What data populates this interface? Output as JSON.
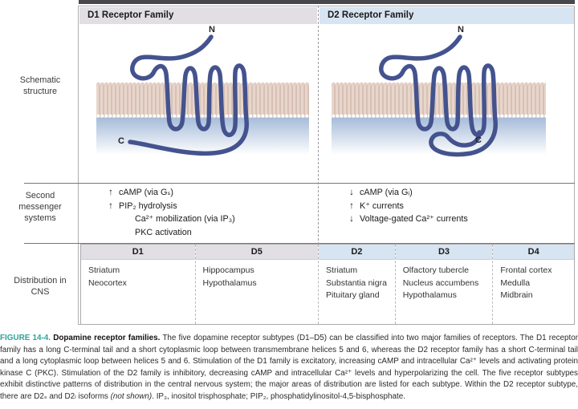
{
  "figure": {
    "d1_family_header": "D1 Receptor Family",
    "d2_family_header": "D2 Receptor Family"
  },
  "row_labels": {
    "schematic": "Schematic structure",
    "messenger": "Second messenger systems",
    "distribution": "Distribution in CNS"
  },
  "schematic": {
    "d1": {
      "n_terminus": "N",
      "c_terminus": "C"
    },
    "d2": {
      "n_terminus": "N",
      "c_terminus": "C"
    }
  },
  "second_messengers": {
    "d1": [
      {
        "arrow": "↑",
        "text": "cAMP (via Gₛ)"
      },
      {
        "arrow": "↑",
        "text": "PIP₂ hydrolysis"
      },
      {
        "arrow": "",
        "text": "Ca²⁺ mobilization (via IP₃)"
      },
      {
        "arrow": "",
        "text": "PKC activation"
      }
    ],
    "d2": [
      {
        "arrow": "↓",
        "text": "cAMP (via Gᵢ)"
      },
      {
        "arrow": "↑",
        "text": "K⁺ currents"
      },
      {
        "arrow": "↓",
        "text": "Voltage-gated Ca²⁺ currents"
      }
    ]
  },
  "distribution": {
    "columns": [
      {
        "subtype": "D1",
        "family": "d1",
        "regions": [
          "Striatum",
          "Neocortex"
        ]
      },
      {
        "subtype": "D5",
        "family": "d1",
        "regions": [
          "Hippocampus",
          "Hypothalamus"
        ]
      },
      {
        "subtype": "D2",
        "family": "d2",
        "regions": [
          "Striatum",
          "Substantia nigra",
          "Pituitary gland"
        ]
      },
      {
        "subtype": "D3",
        "family": "d2",
        "regions": [
          "Olfactory tubercle",
          "Nucleus accumbens",
          "Hypothalamus"
        ]
      },
      {
        "subtype": "D4",
        "family": "d2",
        "regions": [
          "Frontal cortex",
          "Medulla",
          "Midbrain"
        ]
      }
    ]
  },
  "caption": {
    "label": "FIGURE 14-4.",
    "title": "Dopamine receptor families.",
    "body_a": "The five dopamine receptor subtypes (D1–D5) can be classified into two major families of receptors. The D1 receptor family has a long C-terminal tail and a short cytoplasmic loop between transmembrane helices 5 and 6, whereas the D2 receptor family has a short C-terminal tail and a long cytoplasmic loop between helices 5 and 6. Stimulation of the D1 family is excitatory, increasing cAMP and intracellular Ca²⁺ levels and activating protein kinase C (PKC). Stimulation of the D2 family is inhibitory, decreasing cAMP and intracellular Ca²⁺ levels and hyperpolarizing the cell. The five receptor subtypes exhibit distinctive patterns of distribution in the central nervous system; the major areas of distribution are listed for each subtype. Within the D2 receptor subtype, there are D2ₛ and D2ₗ isoforms ",
    "not_shown": "(not shown)",
    "body_b": ". IP₃, inositol trisphosphate; PIP₂, phosphatidylinositol-4,5-bisphosphate."
  },
  "colors": {
    "d1_header_bg": "#e2dfe4",
    "d2_header_bg": "#d7e4f1",
    "membrane": "#ddc6ba",
    "cytosol_gradient": "#a7bcda",
    "receptor_stroke": "#44538e",
    "figure_label_teal": "#2fa39a",
    "top_bar": "#48484c"
  }
}
